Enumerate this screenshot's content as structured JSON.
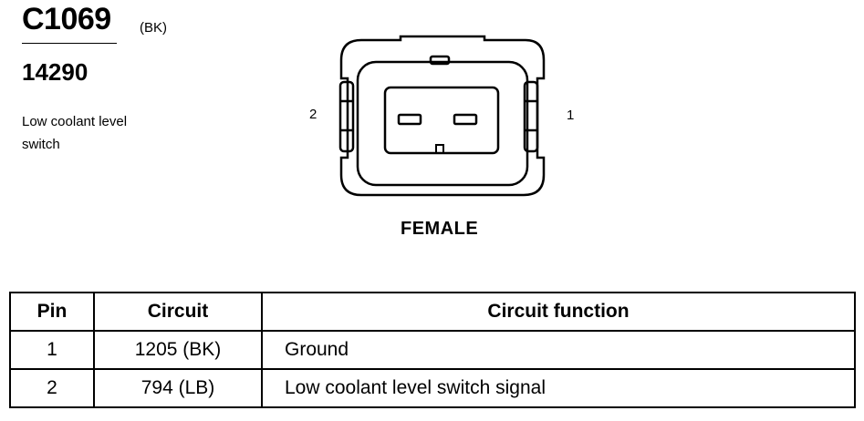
{
  "connector": {
    "id": "C1069",
    "color": "(BK)",
    "part_number": "14290",
    "description_line1": "Low coolant level",
    "description_line2": "switch"
  },
  "diagram": {
    "pin_left_label": "2",
    "pin_right_label": "1",
    "gender": "FEMALE"
  },
  "table": {
    "headers": [
      "Pin",
      "Circuit",
      "Circuit function"
    ],
    "rows": [
      {
        "pin": "1",
        "circuit": "1205 (BK)",
        "function": "Ground"
      },
      {
        "pin": "2",
        "circuit": "794 (LB)",
        "function": "Low coolant level switch signal"
      }
    ]
  }
}
